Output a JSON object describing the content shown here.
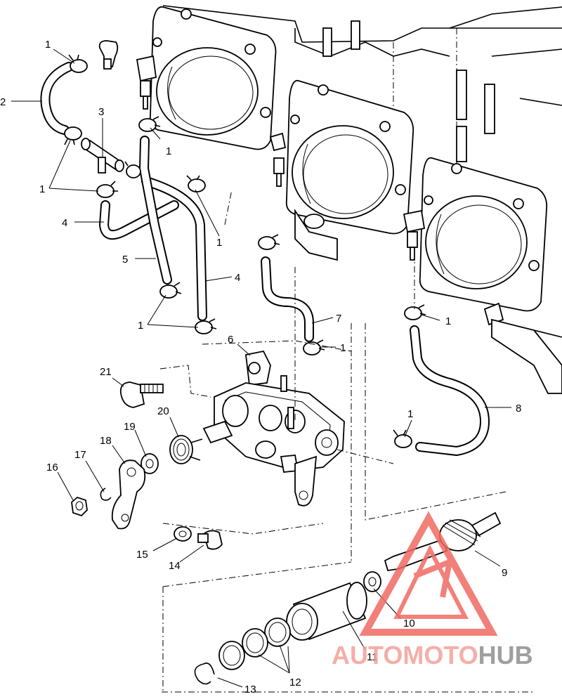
{
  "callouts": [
    {
      "id": "c1a",
      "text": "1"
    },
    {
      "id": "c2",
      "text": "2"
    },
    {
      "id": "c3",
      "text": "3"
    },
    {
      "id": "c1b",
      "text": "1"
    },
    {
      "id": "c1c",
      "text": "1"
    },
    {
      "id": "c4a",
      "text": "4"
    },
    {
      "id": "c1d",
      "text": "1"
    },
    {
      "id": "c5",
      "text": "5"
    },
    {
      "id": "c4b",
      "text": "4"
    },
    {
      "id": "c1e",
      "text": "1"
    },
    {
      "id": "c7",
      "text": "7"
    },
    {
      "id": "c1f",
      "text": "1"
    },
    {
      "id": "c6",
      "text": "6"
    },
    {
      "id": "c1g",
      "text": "1"
    },
    {
      "id": "c21",
      "text": "21"
    },
    {
      "id": "c8",
      "text": "8"
    },
    {
      "id": "c20",
      "text": "20"
    },
    {
      "id": "c19",
      "text": "19"
    },
    {
      "id": "c18",
      "text": "18"
    },
    {
      "id": "c17",
      "text": "17"
    },
    {
      "id": "c16",
      "text": "16"
    },
    {
      "id": "c1h",
      "text": "1"
    },
    {
      "id": "c15",
      "text": "15"
    },
    {
      "id": "c14",
      "text": "14"
    },
    {
      "id": "c9",
      "text": "9"
    },
    {
      "id": "c10",
      "text": "10"
    },
    {
      "id": "c11",
      "text": "11"
    },
    {
      "id": "c12",
      "text": "12"
    },
    {
      "id": "c13",
      "text": "13"
    }
  ],
  "watermark": {
    "part1": "AUTOMOTO",
    "part2": "HUB",
    "color1": "#f4a09a",
    "color2": "#8f8f8f",
    "accent": "#f06b63"
  }
}
